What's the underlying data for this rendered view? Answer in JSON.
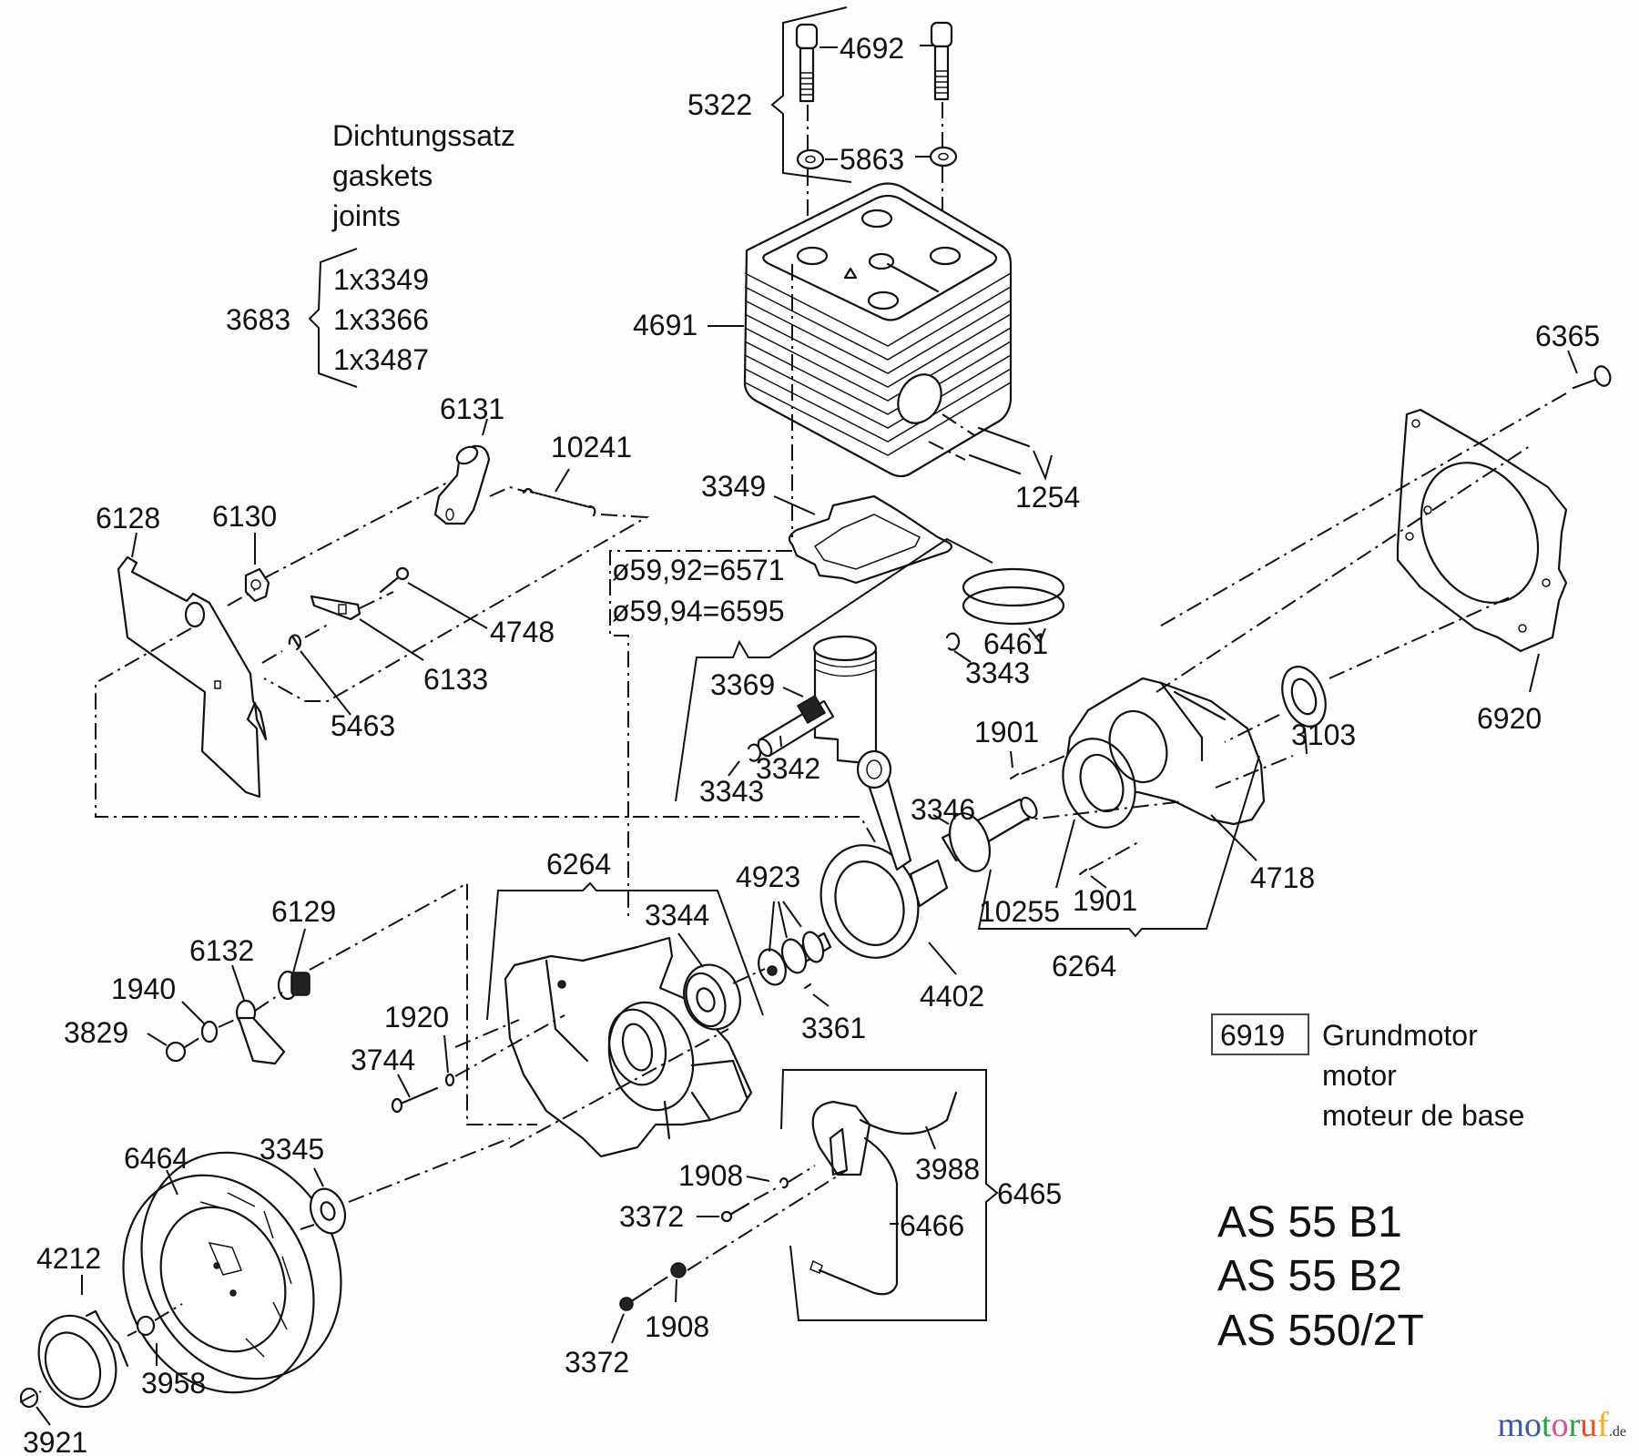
{
  "gasket_kit": {
    "title_lines": [
      "Dichtungssatz",
      "gaskets",
      "joints"
    ],
    "part_no": "3683",
    "items": [
      "1x3349",
      "1x3366",
      "1x3487"
    ]
  },
  "piston_sizes": [
    "ø59,92=6571",
    "ø59,94=6595"
  ],
  "part_labels": {
    "p4692": "4692",
    "p5322": "5322",
    "p5863": "5863",
    "p4691": "4691",
    "p6365": "6365",
    "p1254": "1254",
    "p3349": "3349",
    "p6461": "6461",
    "p3343a": "3343",
    "p3343b": "3343",
    "p3369": "3369",
    "p3342": "3342",
    "p6131": "6131",
    "p10241": "10241",
    "p6128": "6128",
    "p6130": "6130",
    "p4748": "4748",
    "p6133": "6133",
    "p5463": "5463",
    "p1901a": "1901",
    "p1901b": "1901",
    "p3103": "3103",
    "p6920": "6920",
    "p3346": "3346",
    "p4718": "4718",
    "p10255": "10255",
    "p6264a": "6264",
    "p6264b": "6264",
    "p4923": "4923",
    "p3344": "3344",
    "p4402": "4402",
    "p3361": "3361",
    "p6129": "6129",
    "p6132": "6132",
    "p1940": "1940",
    "p3829": "3829",
    "p1920": "1920",
    "p3744": "3744",
    "p6464": "6464",
    "p3345": "3345",
    "p4212": "4212",
    "p3958": "3958",
    "p3921": "3921",
    "p1908a": "1908",
    "p1908b": "1908",
    "p3372a": "3372",
    "p3372b": "3372",
    "p3988": "3988",
    "p6466": "6466",
    "p6465": "6465"
  },
  "assembly": {
    "part_no": "6919",
    "title_lines": [
      "Grundmotor",
      "motor",
      "moteur de base"
    ]
  },
  "models": [
    "AS 55 B1",
    "AS 55 B2",
    "AS 550/2T"
  ],
  "watermark": {
    "letters": [
      "m",
      "o",
      "t",
      "o",
      "r",
      "u",
      "f"
    ],
    "colors": [
      "#3a5aa8",
      "#3a5aa8",
      "#2e9e48",
      "#e0508a",
      "#2e9e48",
      "#e0502a",
      "#f0b020"
    ],
    "tld": ".de"
  }
}
